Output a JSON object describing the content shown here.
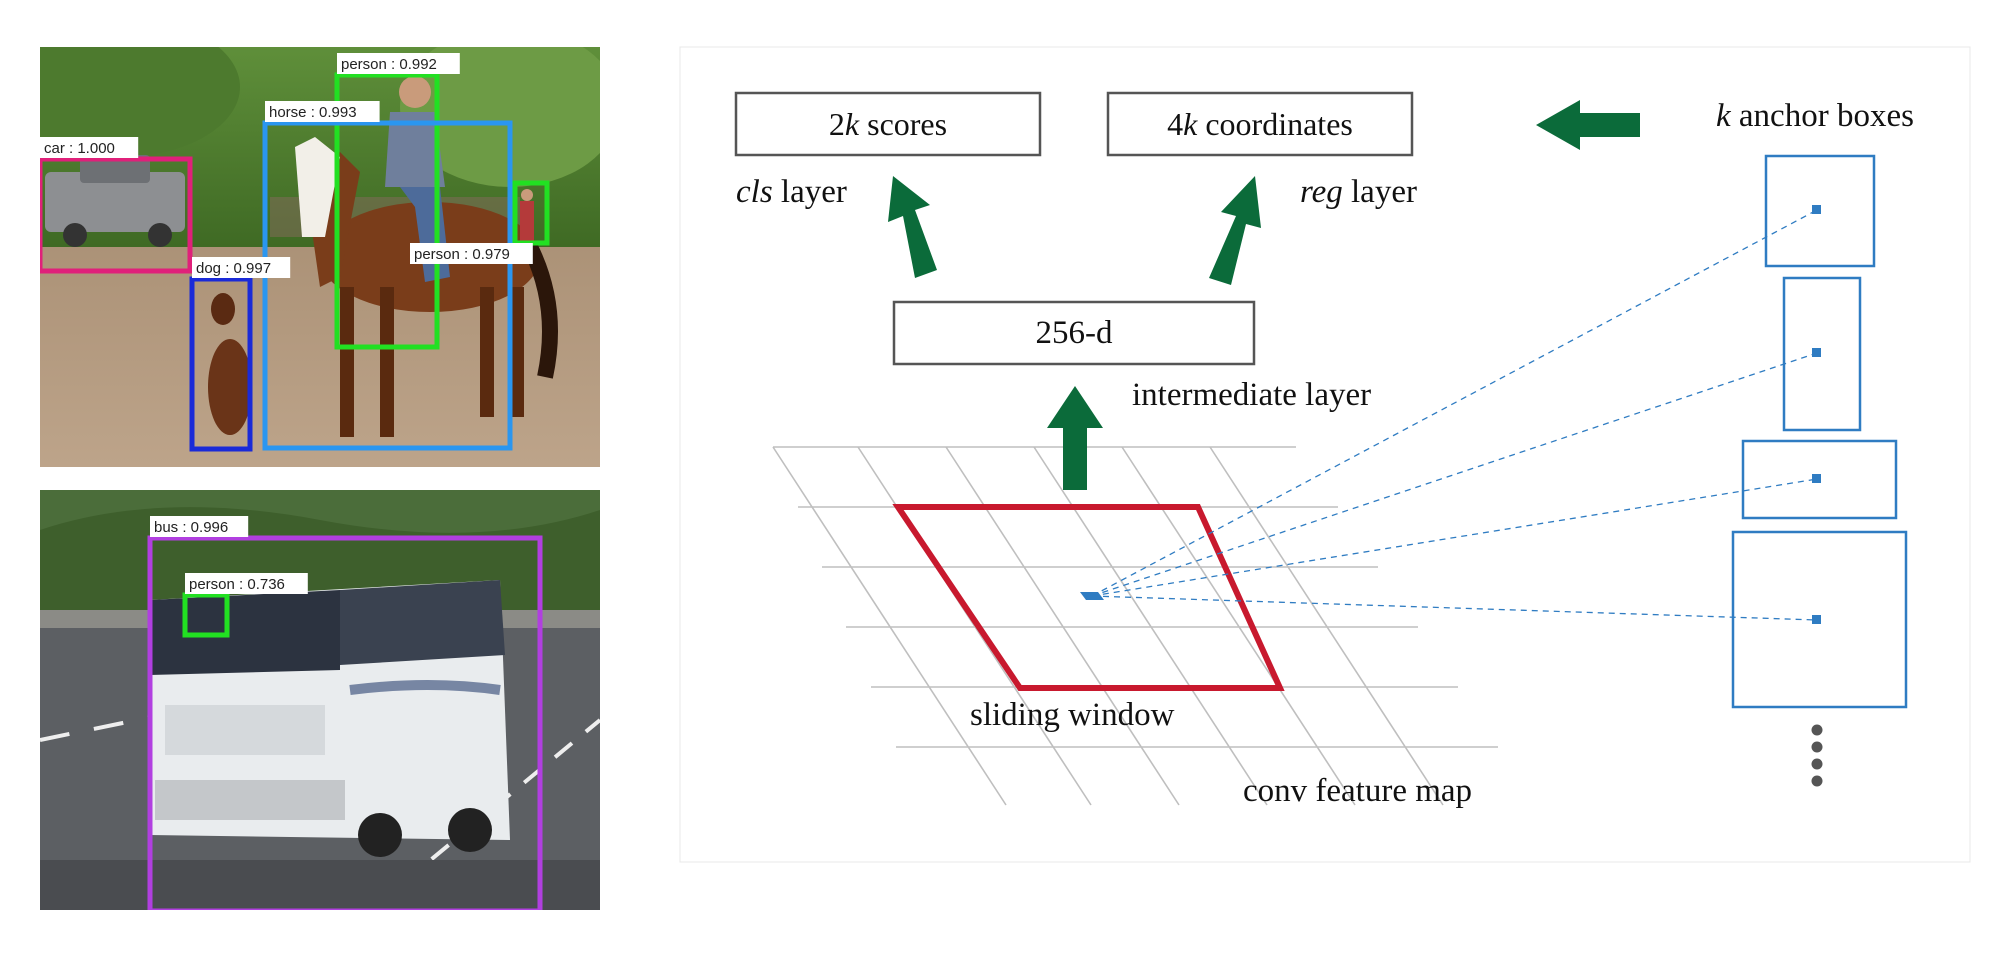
{
  "detections": {
    "top": [
      {
        "label": "car : 1.000",
        "color": "#e0207a"
      },
      {
        "label": "person : 0.992",
        "color": "#22e022"
      },
      {
        "label": "horse : 0.993",
        "color": "#2a96f0"
      },
      {
        "label": "dog : 0.997",
        "color": "#1a2ad8"
      },
      {
        "label": "person : 0.979",
        "color": "#22e022"
      }
    ],
    "bottom": [
      {
        "label": "bus : 0.996",
        "color": "#b13fe0"
      },
      {
        "label": "person : 0.736",
        "color": "#22e022"
      }
    ]
  },
  "diagram": {
    "box_scores": {
      "num": "2",
      "var": "k",
      "rest": " scores"
    },
    "box_coords": {
      "num": "4",
      "var": "k",
      "rest": " coordinates"
    },
    "cls_layer": {
      "var": "cls",
      "rest": " layer"
    },
    "reg_layer": {
      "var": "reg",
      "rest": " layer"
    },
    "intermediate_box": "256-d",
    "intermediate_label": "intermediate layer",
    "anchor_title": {
      "var": "k",
      "rest": " anchor boxes"
    },
    "sliding_window_label": "sliding window",
    "feature_map_label": "conv feature map",
    "colors": {
      "arrow": "#0b6b3a",
      "window": "#c8192e",
      "anchor": "#2f7cc2",
      "grid": "#bfbfbf",
      "dots": "#555555"
    }
  }
}
